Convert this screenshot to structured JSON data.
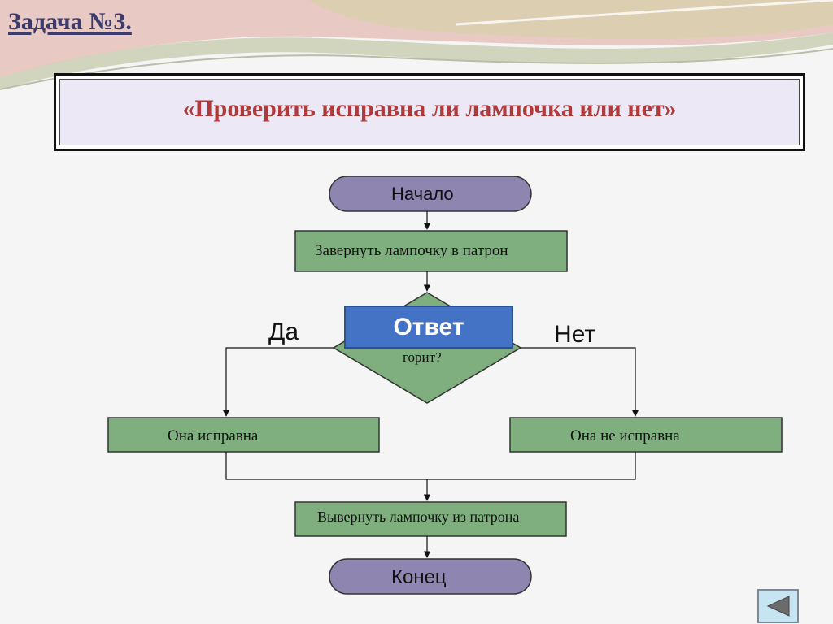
{
  "slide": {
    "title": "Задача №3.",
    "task": "«Проверить исправна ли лампочка или нет»"
  },
  "flowchart": {
    "start": "Начало",
    "step_screw_in": "Завернуть лампочку в патрон",
    "condition": "горит?",
    "branch_yes": "Да",
    "branch_no": "Нет",
    "result_ok": "Она исправна",
    "result_bad": "Она не исправна",
    "step_screw_out": "Вывернуть лампочку из патрона",
    "end": "Конец"
  },
  "overlay": {
    "answer_button": "Ответ"
  },
  "navigation": {
    "back_icon": "triangle-left-icon"
  },
  "colors": {
    "pill_fill": "#8e86b1",
    "process_fill": "#7faf7f",
    "decision_fill": "#7faf7f",
    "answer_fill": "#4472c4",
    "task_text": "#b03a3a"
  }
}
